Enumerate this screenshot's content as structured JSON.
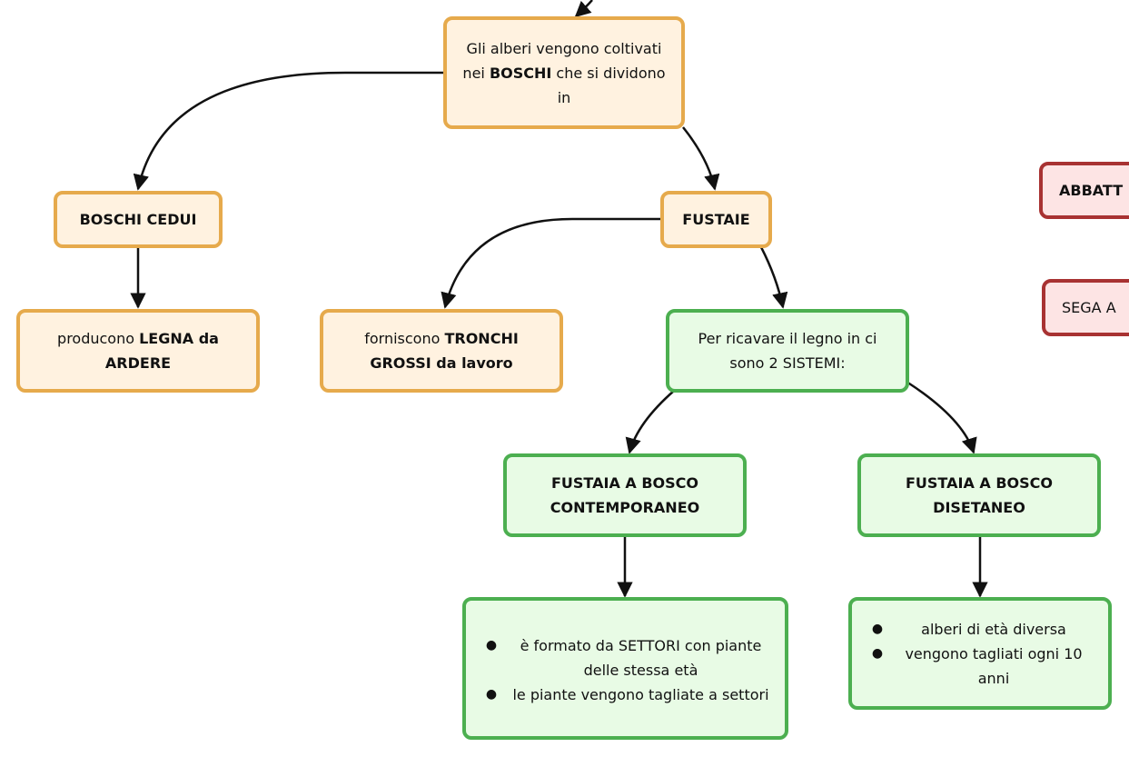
{
  "nodes": {
    "root": {
      "pre": "Gli alberi vengono coltivati nei ",
      "bold": "BOSCHI",
      "post": " che si dividono in"
    },
    "boschi_cedui": {
      "bold": "BOSCHI CEDUI"
    },
    "fustaie": {
      "bold": "FUSTAIE"
    },
    "legna": {
      "pre": "producono ",
      "bold": "LEGNA da ARDERE"
    },
    "tronchi": {
      "pre": "forniscono ",
      "bold": "TRONCHI GROSSI da lavoro"
    },
    "sistemi": {
      "text": "Per ricavare il legno in ci sono 2 SISTEMI:"
    },
    "contemporaneo": {
      "bold": "FUSTAIA A BOSCO CONTEMPORANEO"
    },
    "disetaneo": {
      "bold": "FUSTAIA A BOSCO DISETANEO"
    },
    "settori": {
      "items": [
        "è formato da SETTORI  con piante delle stessa età",
        "le piante vengono tagliate a settori"
      ]
    },
    "diversa": {
      "items": [
        "alberi di età diversa",
        "vengono tagliati ogni 10 anni"
      ]
    },
    "abbatt": {
      "bold": "ABBATT"
    },
    "sega": {
      "text": "SEGA A"
    }
  },
  "colors": {
    "orange_border": "#e6aa4c",
    "orange_fill": "#fff2e0",
    "green_border": "#4caf50",
    "green_fill": "#e8fbe5",
    "red_border": "#a83232",
    "red_fill": "#fde4e4",
    "edge": "#111111"
  }
}
